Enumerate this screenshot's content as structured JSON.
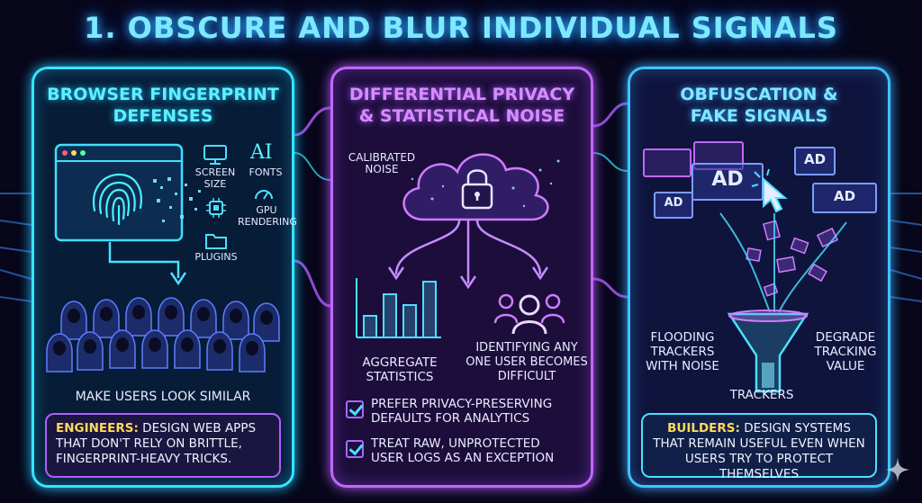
{
  "title": "1. OBSCURE AND BLUR INDIVIDUAL SIGNALS",
  "panel1": {
    "title_line1": "BROWSER FINGERPRINT",
    "title_line2": "DEFENSES",
    "labels": {
      "screen_size_1": "SCREEN",
      "screen_size_2": "SIZE",
      "ai_glyph": "AI",
      "fonts": "FONTS",
      "gpu_1": "GPU",
      "gpu_2": "RENDERING",
      "plugins": "PLUGINS"
    },
    "caption": "MAKE USERS LOOK SIMILAR",
    "note_highlight": "ENGINEERS:",
    "note_text": " DESIGN WEB APPS THAT DON'T RELY ON BRITTLE, FINGERPRINT-HEAVY TRICKS."
  },
  "panel2": {
    "title_line1": "DIFFERENTIAL PRIVACY",
    "title_line2": "& STATISTICAL NOISE",
    "calibrated_1": "CALIBRATED",
    "calibrated_2": "NOISE",
    "aggregate_1": "AGGREGATE",
    "aggregate_2": "STATISTICS",
    "identifying_1": "IDENTIFYING ANY",
    "identifying_2": "ONE USER BECOMES",
    "identifying_3": "DIFFICULT",
    "check1_1": "PREFER PRIVACY-PRESERVING",
    "check1_2": "DEFAULTS FOR ANALYTICS",
    "check2_1": "TREAT RAW, UNPROTECTED",
    "check2_2": "USER LOGS AS AN EXCEPTION"
  },
  "panel3": {
    "title_line1": "OBFUSCATION &",
    "title_line2": "FAKE SIGNALS",
    "ad_label": "AD",
    "flooding_1": "FLOODING",
    "flooding_2": "TRACKERS",
    "flooding_3": "WITH NOISE",
    "degrade_1": "DEGRADE",
    "degrade_2": "TRACKING",
    "degrade_3": "VALUE",
    "trackers": "TRACKERS",
    "note_highlight": "BUILDERS:",
    "note_text": " DESIGN SYSTEMS THAT REMAIN USEFUL EVEN WHEN USERS TRY TO PROTECT THEMSELVES"
  },
  "colors": {
    "cyan": "#33e6ff",
    "purple": "#c168ff",
    "blue": "#3ec4ff",
    "highlight": "#ffd85c"
  }
}
